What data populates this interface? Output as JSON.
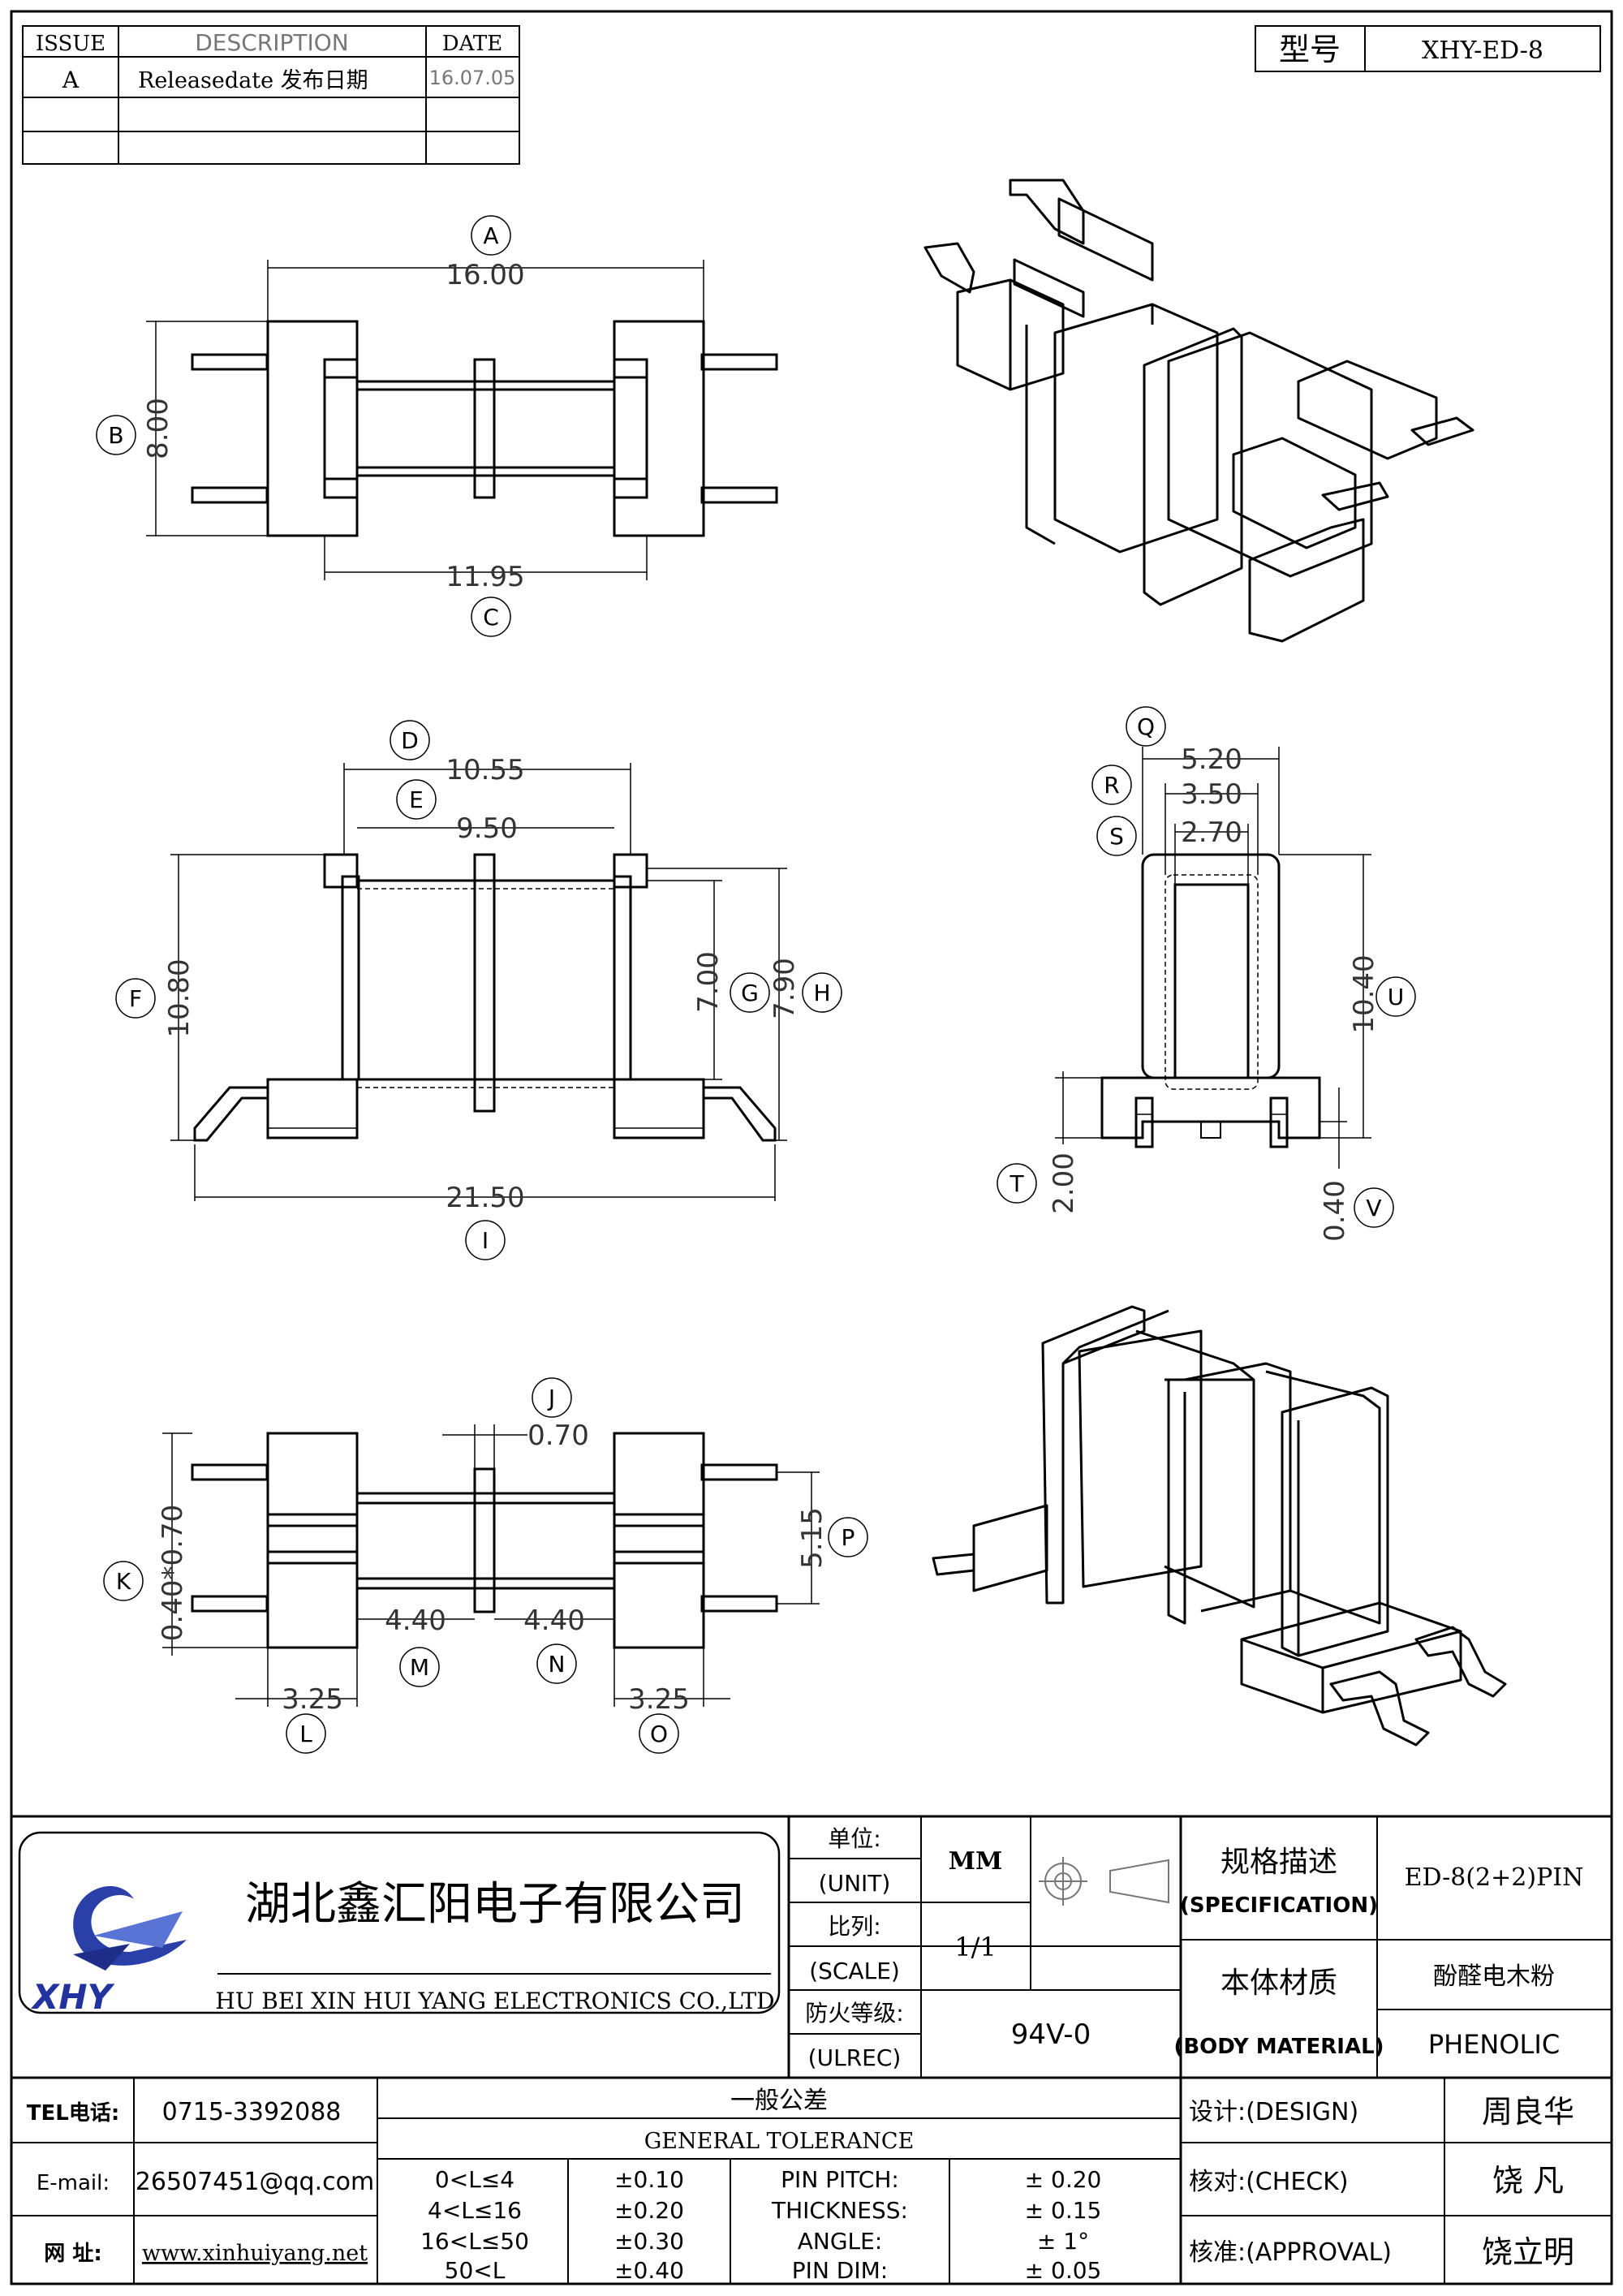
{
  "revision_table": {
    "headers": [
      "ISSUE",
      "DESCRIPTION",
      "DATE"
    ],
    "rows": [
      {
        "issue": "A",
        "description": "Releasedate 发布日期",
        "date": "16.07.05"
      }
    ]
  },
  "model": {
    "label": "型号",
    "value": "XHY-ED-8"
  },
  "views": {
    "top": {
      "dims": [
        {
          "id": "A",
          "value": "16.00"
        },
        {
          "id": "B",
          "value": "8.00"
        },
        {
          "id": "C",
          "value": "11.95"
        }
      ]
    },
    "front": {
      "dims": [
        {
          "id": "D",
          "value": "10.55"
        },
        {
          "id": "E",
          "value": "9.50"
        },
        {
          "id": "F",
          "value": "10.80"
        },
        {
          "id": "G",
          "value": "7.00"
        },
        {
          "id": "H",
          "value": "7.90"
        },
        {
          "id": "I",
          "value": "21.50"
        }
      ]
    },
    "side": {
      "dims": [
        {
          "id": "Q",
          "value": "5.20"
        },
        {
          "id": "R",
          "value": "3.50"
        },
        {
          "id": "S",
          "value": "2.70"
        },
        {
          "id": "U",
          "value": "10.40"
        },
        {
          "id": "T",
          "value": "2.00"
        },
        {
          "id": "V",
          "value": "0.40"
        }
      ]
    },
    "bottom": {
      "dims": [
        {
          "id": "J",
          "value": "0.70"
        },
        {
          "id": "K",
          "value": "0.40*0.70"
        },
        {
          "id": "P",
          "value": "5.15"
        },
        {
          "id": "M",
          "value": "4.40"
        },
        {
          "id": "N",
          "value": "4.40"
        },
        {
          "id": "L",
          "value": "3.25"
        },
        {
          "id": "O",
          "value": "3.25"
        }
      ]
    }
  },
  "title_block": {
    "company_cn": "湖北鑫汇阳电子有限公司",
    "company_en": "HU BEI XIN HUI YANG ELECTRONICS CO.,LTD",
    "logo_text": "XHY",
    "unit_label_cn": "单位:",
    "unit_label_en": "(UNIT)",
    "unit_value": "MM",
    "scale_label_cn": "比列:",
    "scale_label_en": "(SCALE)",
    "scale_value": "1/1",
    "ulrec_label_cn": "防火等级:",
    "ulrec_label_en": "(ULREC)",
    "ulrec_value": "94V-0",
    "spec_label_cn": "规格描述",
    "spec_label_en": "(SPECIFICATION)",
    "spec_value": "ED-8(2+2)PIN",
    "material_label_cn": "本体材质",
    "material_label_en": "(BODY MATERIAL)",
    "material_value_cn": "酚醛电木粉",
    "material_value_en": "PHENOLIC",
    "tel_label": "TEL电话:",
    "tel_value": "0715-3392088",
    "email_label": "E-mail:",
    "email_value": "26507451@qq.com",
    "web_label": "网  址:",
    "web_value": "www.xinhuiyang.net",
    "tolerance_title_cn": "一般公差",
    "tolerance_title_en": "GENERAL TOLERANCE",
    "tolerance_rows": [
      {
        "range": "0<L≤4",
        "tol": "±0.10",
        "item": "PIN PITCH:",
        "item_tol": "± 0.20"
      },
      {
        "range": "4<L≤16",
        "tol": "±0.20",
        "item": "THICKNESS:",
        "item_tol": "± 0.15"
      },
      {
        "range": "16<L≤50",
        "tol": "±0.30",
        "item": "ANGLE:",
        "item_tol": "± 1°"
      },
      {
        "range": "50<L",
        "tol": "±0.40",
        "item": "PIN DIM:",
        "item_tol": "± 0.05"
      }
    ],
    "design_label": "设计:(DESIGN)",
    "design_value": "周良华",
    "check_label": "核对:(CHECK)",
    "check_value": "饶  凡",
    "approval_label": "核准:(APPROVAL)",
    "approval_value": "饶立明"
  }
}
